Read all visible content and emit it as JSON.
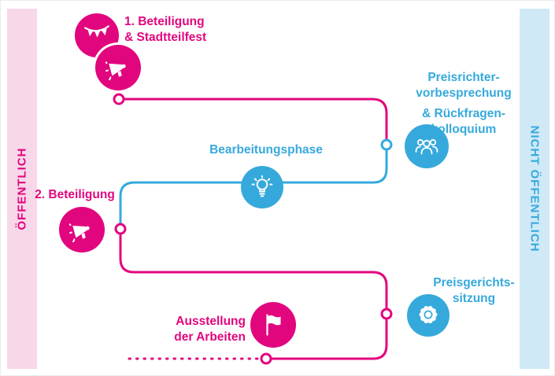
{
  "colors": {
    "pink": "#e2067e",
    "blue": "#36a9dc",
    "pink_light": "#f8d7e9",
    "blue_light": "#cfe9f7"
  },
  "rails": {
    "left": {
      "label": "ÖFFENTLICH"
    },
    "right": {
      "label": "NICHT ÖFFENTLICH"
    }
  },
  "nodes": {
    "beteiligung1": {
      "line1": "1. Beteiligung",
      "line2": "& Stadtteilfest",
      "icons": [
        "bunting-icon",
        "megaphone-icon"
      ]
    },
    "preisrichter": {
      "line1": "Preisrichter-",
      "line2": "vorbesprechung",
      "line3": "& Rückfragen-",
      "line4": "kolloquium",
      "icon": "jury-icon"
    },
    "bearbeitungsphase": {
      "label": "Bearbeitungsphase",
      "icon": "lightbulb-icon"
    },
    "beteiligung2": {
      "label": "2. Beteiligung",
      "icon": "megaphone-icon"
    },
    "preisgericht": {
      "line1": "Preisgerichts-",
      "line2": "sitzung",
      "icon": "medal-icon"
    },
    "ausstellung": {
      "line1": "Ausstellung",
      "line2": "der Arbeiten",
      "icon": "flag-icon"
    }
  }
}
